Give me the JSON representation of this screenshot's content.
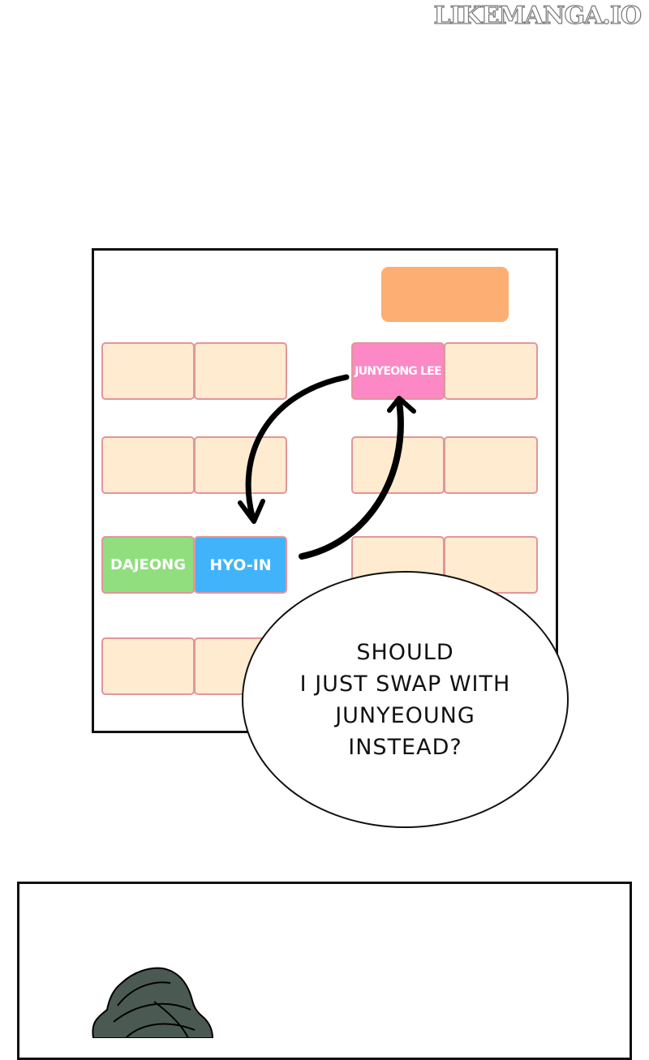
{
  "watermark": "LIKEMANGA.IO",
  "seating_chart": {
    "seats": {
      "junyeong": "JUNYEONG LEE",
      "dajeong": "DAJEONG",
      "hyoin": "HYO-IN"
    },
    "colors": {
      "stage": "#fdae72",
      "empty_seat": "#feebd0",
      "junyeong": "#fc88c6",
      "dajeong": "#90de7e",
      "hyoin": "#41b3fb"
    }
  },
  "speech_bubble": {
    "text": "SHOULD\nI JUST SWAP WITH\nJUNYEOUNG\nINSTEAD?"
  },
  "colors": {
    "hair": "#4a5a52"
  }
}
